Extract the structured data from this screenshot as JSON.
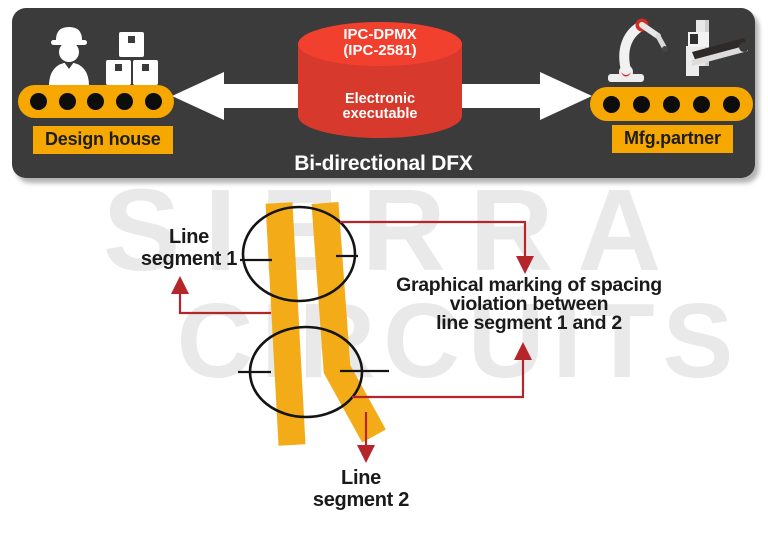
{
  "watermark": {
    "line1": "SIERRA",
    "line2": "CIRCUITS"
  },
  "panel": {
    "design_label": "Design house",
    "mfg_label": "Mfg.partner",
    "cylinder_top": "IPC-DPMX\n(IPC-2581)",
    "cylinder_body": "Electronic\nexecutable",
    "caption": "Bi-directional DFX"
  },
  "annotations": {
    "segment1": "Line\nsegment 1",
    "segment2": "Line\nsegment 2",
    "violation": "Graphical marking of spacing\nviolation between\nline segment 1 and 2"
  },
  "icons": {
    "left": [
      "worker-icon",
      "boxes-icon",
      "conveyor-belt"
    ],
    "right": [
      "robot-arm-icon",
      "assembly-machine-icon",
      "conveyor-belt"
    ]
  },
  "colors": {
    "panel_bg": "#3b3b3b",
    "accent_yellow": "#f6a800",
    "trace_yellow": "#f3ac18",
    "cylinder_top_red": "#f2402f",
    "cylinder_body_red": "#d73a2d",
    "annotation_red": "#b5262b",
    "watermark_gray": "#e9e9e9",
    "outline_black": "#141414"
  }
}
